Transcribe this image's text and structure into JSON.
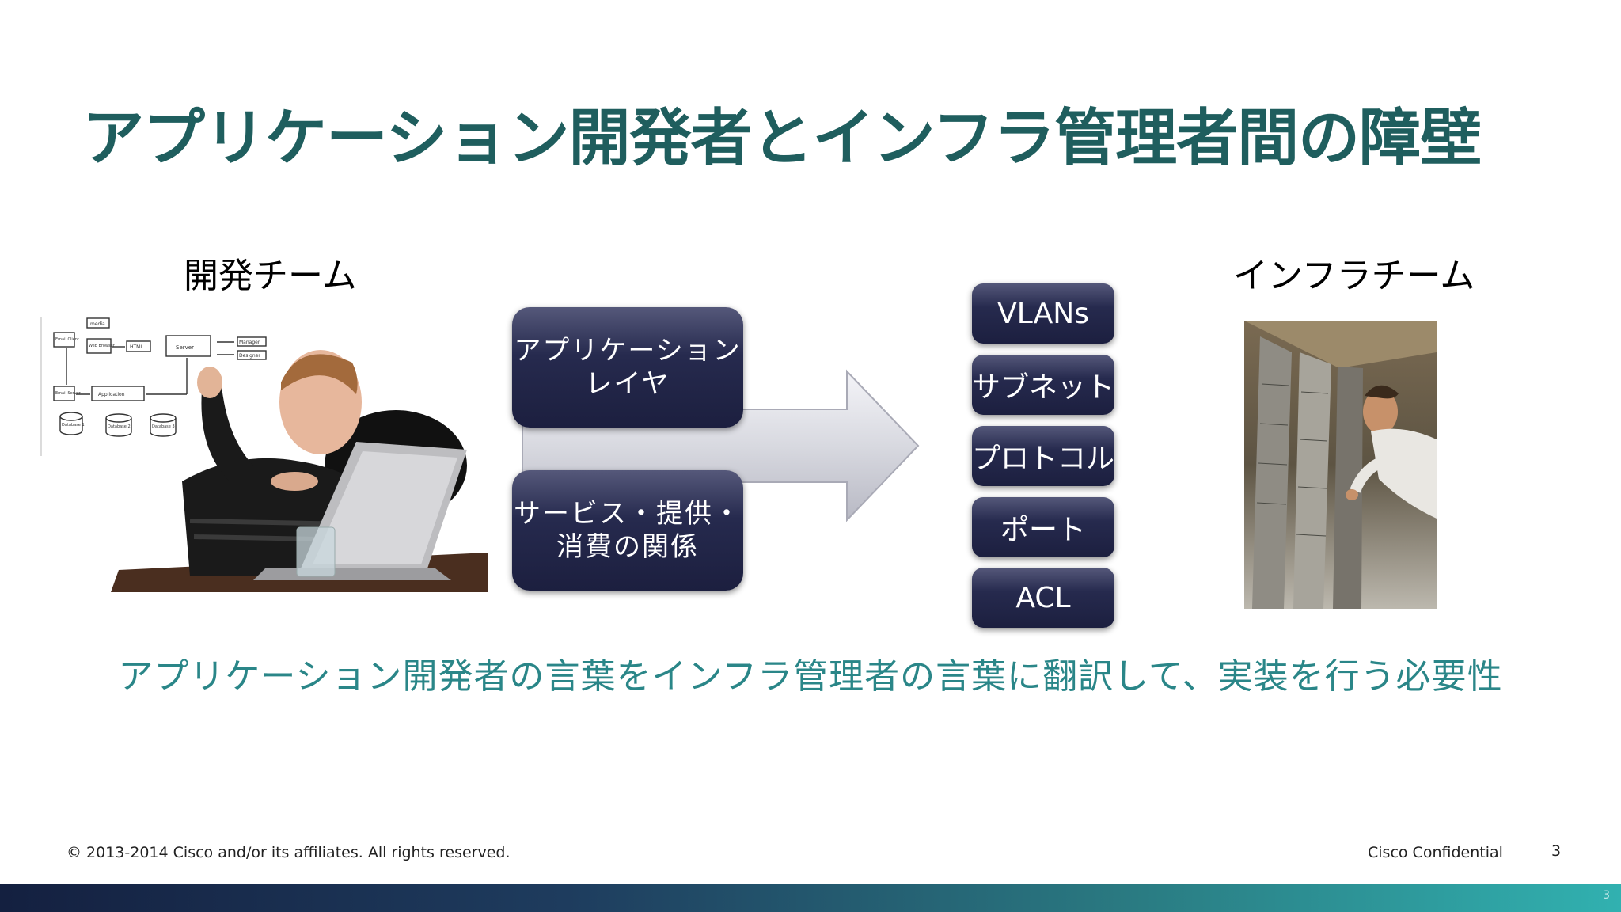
{
  "slide": {
    "title": "アプリケーション開発者とインフラ管理者間の障壁",
    "dev_team_label": "開発チーム",
    "infra_team_label": "インフラチーム",
    "app_boxes": [
      "アプリケーション\nレイヤ",
      "サービス・提供・\n消費の関係"
    ],
    "network_items": [
      "VLANs",
      "サブネット",
      "プロトコル",
      "ポート",
      "ACL"
    ],
    "bottom_message": "アプリケーション開発者の言葉をインフラ管理者の言葉に翻訳して、実装を行う必要性",
    "whiteboard_labels": [
      "media",
      "Email Client",
      "Web Browser",
      "HTML",
      "Server",
      "Manager",
      "Designer",
      "Email Server",
      "Application",
      "Database 1",
      "Database 2",
      "Database 3"
    ]
  },
  "footer": {
    "copyright": "© 2013-2014  Cisco and/or its affiliates. All rights reserved.",
    "confidential": "Cisco Confidential",
    "page_number": "3",
    "bar_number": "3"
  },
  "colors": {
    "title": "#1f5e5e",
    "message": "#2a8688",
    "box_dark": "#1c1f3f",
    "footer_bar_start": "#142040",
    "footer_bar_end": "#31b1b0"
  }
}
